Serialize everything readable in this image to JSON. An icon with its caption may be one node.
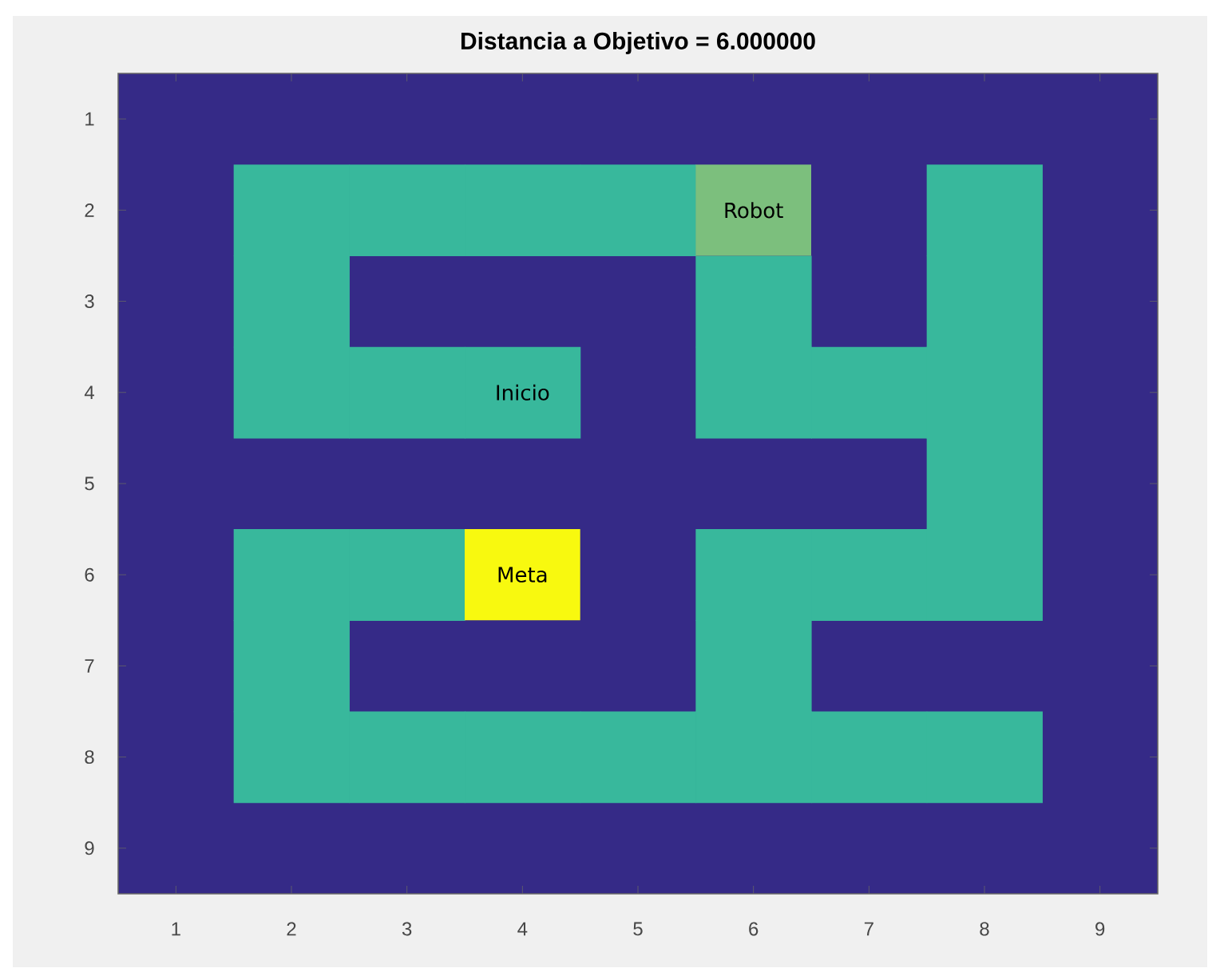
{
  "diagram": {
    "title": "Distancia a Objetivo = 6.000000",
    "nodes": [
      {
        "text": [
          "Robot"
        ]
      },
      {
        "text": [
          "Inicio"
        ]
      },
      {
        "text": [
          "Meta"
        ]
      }
    ],
    "labels": [
      "1",
      "2",
      "3",
      "4",
      "5",
      "6",
      "7",
      "8",
      "9",
      "1",
      "2",
      "3",
      "4",
      "5",
      "6",
      "7",
      "8",
      "9"
    ]
  }
}
